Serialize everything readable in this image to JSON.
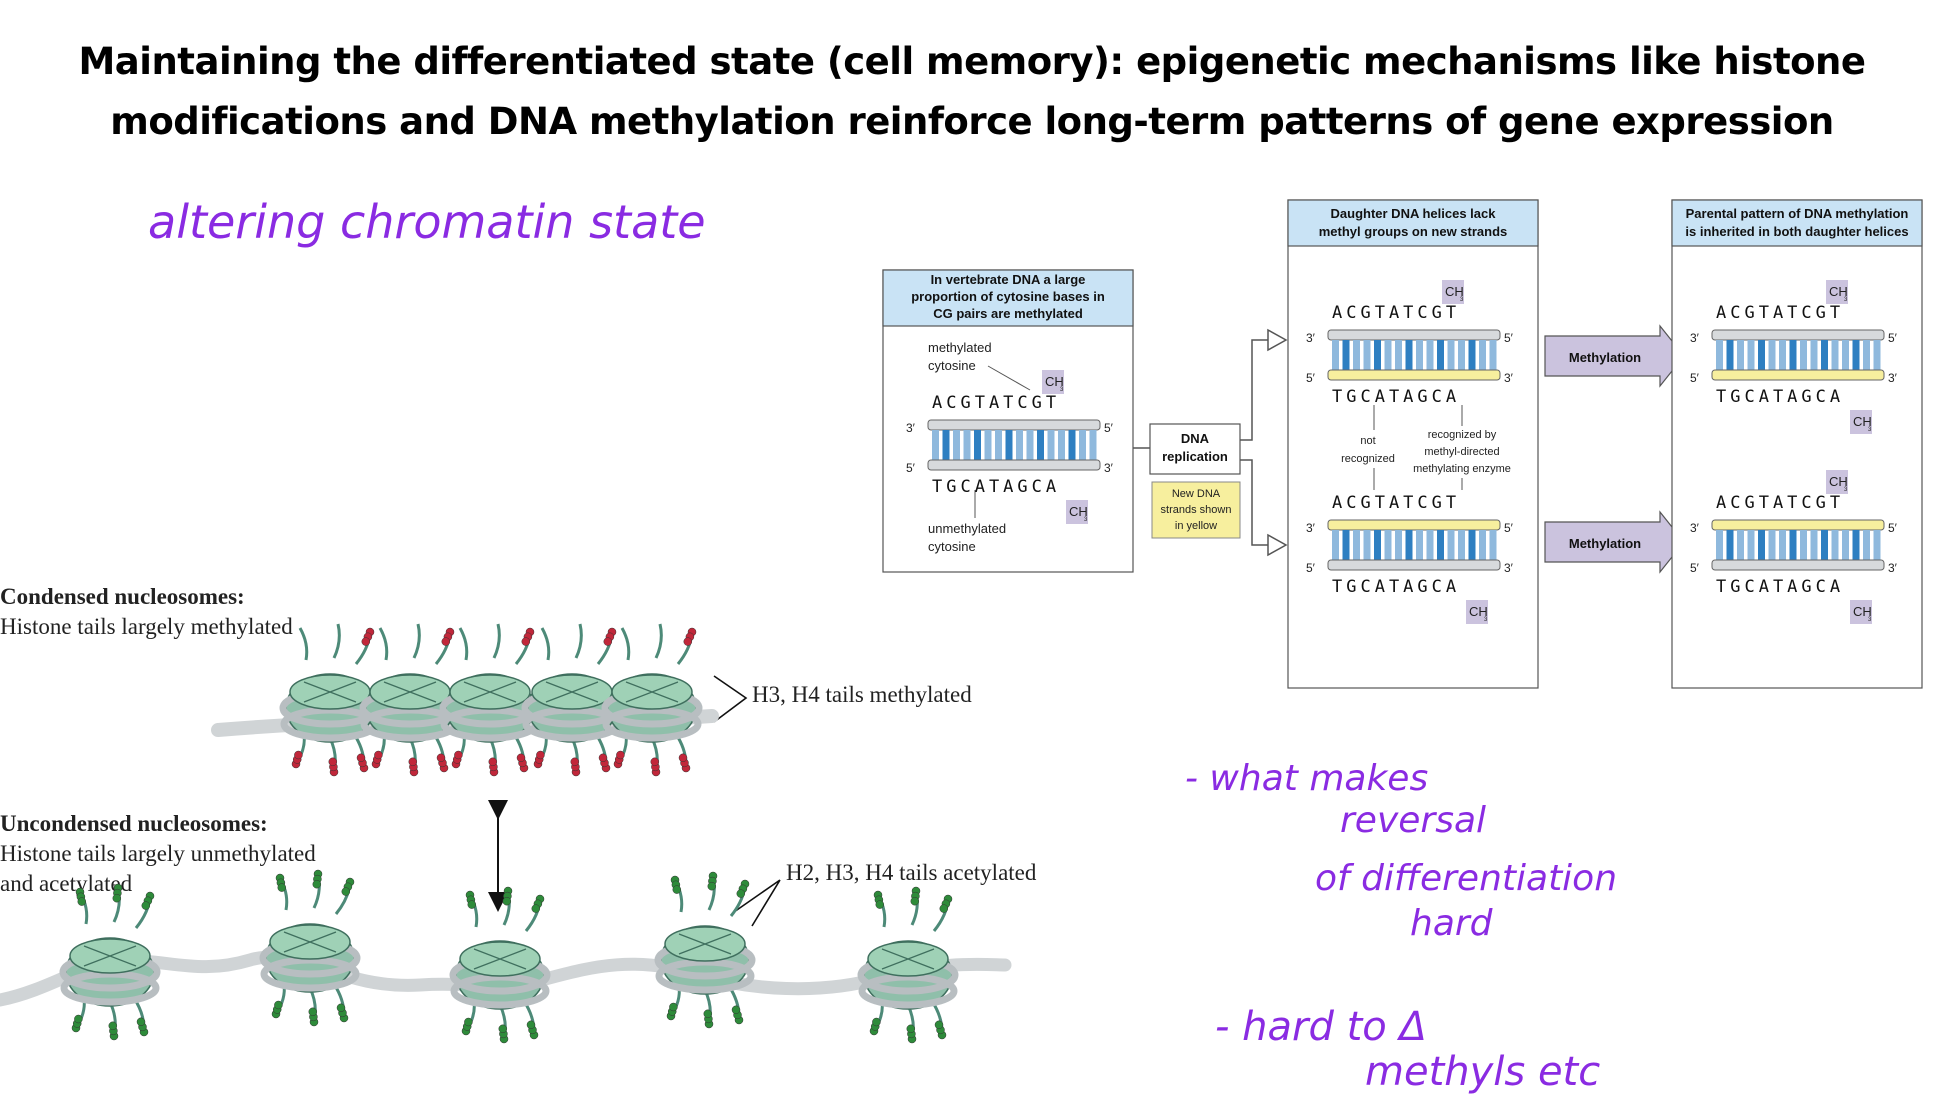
{
  "title": {
    "line1": "Maintaining the differentiated state (cell memory): epigenetic mechanisms like histone",
    "line2": "modifications and DNA methylation reinforce long-term patterns of gene expression"
  },
  "handwriting": {
    "top_note": "altering   chromatin   state",
    "question_1": "- what   makes",
    "question_2": "reversal",
    "question_3": "of   differentiation",
    "question_4": "hard",
    "answer_1": "- hard  to  Δ",
    "answer_2": "methyls  etc"
  },
  "methylation_diagram": {
    "panel_left": {
      "header_1": "In vertebrate DNA a large",
      "header_2": "proportion of cytosine bases in",
      "header_3": "CG pairs are methylated",
      "label_methylated_1": "methylated",
      "label_methylated_2": "cytosine",
      "label_unmethylated_1": "unmethylated",
      "label_unmethylated_2": "cytosine"
    },
    "replication": {
      "label_1": "DNA",
      "label_2": "replication",
      "note_1": "New DNA",
      "note_2": "strands shown",
      "note_3": "in yellow"
    },
    "panel_middle": {
      "header_1": "Daughter DNA helices lack",
      "header_2": "methyl groups on new strands",
      "not_recognized_1": "not",
      "not_recognized_2": "recognized",
      "recognized_1": "recognized by",
      "recognized_2": "methyl-directed",
      "recognized_3": "methylating enzyme"
    },
    "methylation_arrow": "Methylation",
    "panel_right": {
      "header_1": "Parental pattern of DNA methylation",
      "header_2": "is inherited in both daughter helices"
    },
    "top_sequence": "ACGTATCGT",
    "bottom_sequence": "TGCATAGCA",
    "methyl": "CH",
    "methyl_sub": "3",
    "end_3": "3′",
    "end_5": "5′"
  },
  "nucleosome_diagram": {
    "condensed_title": "Condensed nucleosomes:",
    "condensed_sub": "Histone tails largely methylated",
    "condensed_callout": "H3, H4 tails methylated",
    "uncondensed_title": "Uncondensed nucleosomes:",
    "uncondensed_sub_1": "Histone tails largely unmethylated",
    "uncondensed_sub_2": "and acetylated",
    "uncondensed_callout": "H2, H3, H4 tails acetylated"
  },
  "colors": {
    "handwriting": "#8a2be2",
    "panel_header": "#c9e3f5",
    "new_strand": "#f7ef9e",
    "methyl_box": "#cbc3de",
    "methyl_tail": "#c1273a",
    "acetyl_tail": "#2e8b3a",
    "nucleosome": "#9fd1b6"
  }
}
